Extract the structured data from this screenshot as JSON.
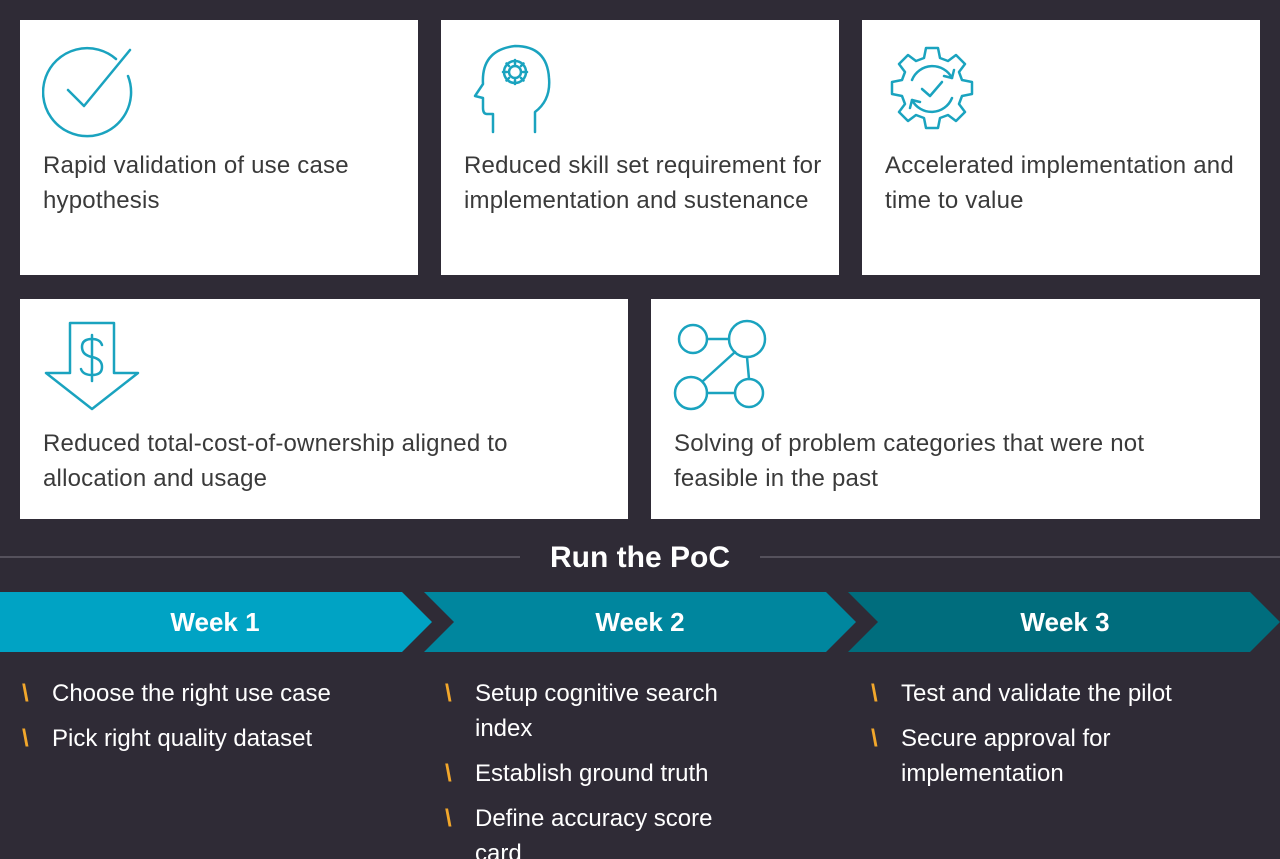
{
  "colors": {
    "background": "#2f2b36",
    "card": "#ffffff",
    "icon_stroke": "#1aa3bf",
    "week1": "#00a3c4",
    "week2": "#00869e",
    "week3": "#006d7d",
    "bullet": "#f2a72b"
  },
  "benefits": [
    {
      "icon": "checkmark-circle-icon",
      "text": "Rapid validation of use case hypothesis"
    },
    {
      "icon": "head-gear-icon",
      "text": "Reduced skill set requirement for implementation and sustenance"
    },
    {
      "icon": "gear-cycle-check-icon",
      "text": "Accelerated implementation and time to value"
    },
    {
      "icon": "dollar-down-arrow-icon",
      "text": "Reduced total-cost-of-ownership aligned to allocation and usage"
    },
    {
      "icon": "connected-nodes-icon",
      "text": "Solving of problem categories that were not feasible in the past"
    }
  ],
  "section_title": "Run the PoC",
  "weeks": [
    {
      "label": "Week 1",
      "items": [
        "Choose the right use case",
        "Pick right quality dataset"
      ]
    },
    {
      "label": "Week 2",
      "items": [
        "Setup cognitive search index",
        "Establish ground truth",
        "Define accuracy score card"
      ]
    },
    {
      "label": "Week 3",
      "items": [
        "Test and validate the pilot",
        "Secure approval for implementation"
      ]
    }
  ],
  "bullet_glyph": "\\"
}
